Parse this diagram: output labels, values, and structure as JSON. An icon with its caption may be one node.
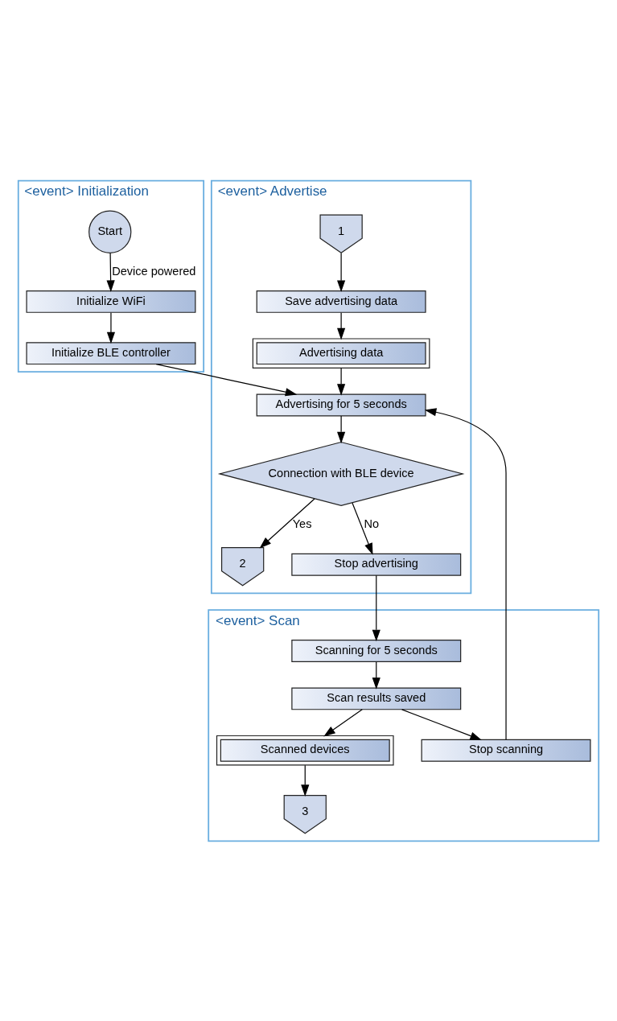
{
  "diagram": {
    "nodes": [
      {
        "text": [
          "<event> Initialization"
        ]
      },
      {
        "text": [
          "Start"
        ],
        "in": 0
      },
      {
        "text": [
          "Initialize WiFi"
        ],
        "in": 0
      },
      {
        "text": [
          "Initialize BLE controller"
        ],
        "in": 0
      },
      {
        "text": [
          "<event> Advertise"
        ]
      },
      {
        "text": [
          "Advertising for 5 seconds"
        ],
        "in": 4
      },
      {
        "text": [
          "Advertising data"
        ],
        "in": 4
      },
      {
        "text": [
          "Save advertising data"
        ],
        "in": 4
      },
      {
        "text": [
          "Connection with BLE device"
        ],
        "in": 4
      },
      {
        "text": [
          "2"
        ],
        "in": 4
      },
      {
        "text": [
          "1"
        ],
        "in": 4
      },
      {
        "text": [
          "Stop advertising"
        ],
        "in": 4
      },
      {
        "text": [
          "<event> Scan"
        ]
      },
      {
        "text": [
          "Stop scanning"
        ],
        "in": 12
      },
      {
        "text": [
          "Scan results saved"
        ],
        "in": 12
      },
      {
        "text": [
          "Scanning for 5 seconds"
        ],
        "in": 12
      },
      {
        "text": [
          "Scanned devices"
        ],
        "in": 12
      },
      {
        "text": [
          "3"
        ],
        "in": 12
      }
    ],
    "edges": [
      {
        "from": 1,
        "to": 2,
        "arrow": "to",
        "label": "Device powered"
      },
      {
        "from": 2,
        "to": 3,
        "arrow": "to"
      },
      {
        "from": 3,
        "to": 5,
        "arrow": "to"
      },
      {
        "from": 6,
        "to": 5,
        "arrow": "to"
      },
      {
        "from": 7,
        "to": 6,
        "arrow": "to"
      },
      {
        "from": 10,
        "to": 7,
        "arrow": "to"
      },
      {
        "from": 5,
        "to": 8,
        "arrow": "to"
      },
      {
        "from": 8,
        "to": 9,
        "arrow": "to",
        "label": "Yes"
      },
      {
        "from": 8,
        "to": 11,
        "arrow": "to",
        "label": "No"
      },
      {
        "from": 11,
        "to": 15,
        "arrow": "to"
      },
      {
        "from": 15,
        "to": 14,
        "arrow": "to"
      },
      {
        "from": 14,
        "to": 13,
        "arrow": "to"
      },
      {
        "from": 13,
        "to": 5,
        "arrow": "to"
      },
      {
        "from": 14,
        "to": 16,
        "arrow": "to"
      },
      {
        "from": 16,
        "to": 17,
        "arrow": "to"
      }
    ]
  }
}
